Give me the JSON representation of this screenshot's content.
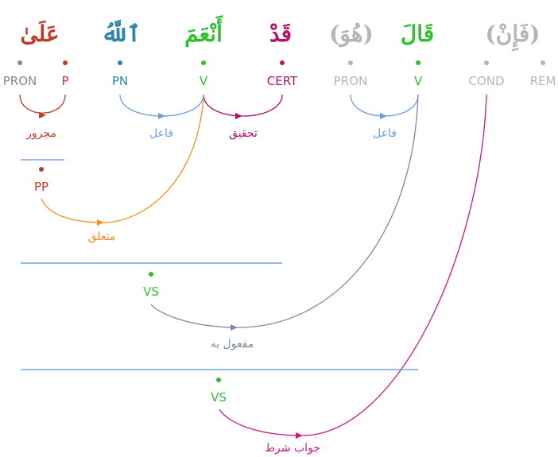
{
  "colors": {
    "red": "#c0392b",
    "blue": "#2e86ab",
    "green": "#2fbf2f",
    "magenta": "#b0146e",
    "gray": "#b5b5b5",
    "slate": "#7a8aa0",
    "lightblue": "#6a9fe0",
    "orange": "#f0922b",
    "pink": "#c81a8a",
    "line": "#5b8fde"
  },
  "words": [
    {
      "arabic": "عَلَىٰ",
      "color": "red"
    },
    {
      "arabic": "ٱللَّهُ",
      "color": "blue"
    },
    {
      "arabic": "أَنْعَمَ",
      "color": "green"
    },
    {
      "arabic": "قَدْ",
      "color": "magenta"
    },
    {
      "arabic": "(هُوَ)",
      "color": "gray"
    },
    {
      "arabic": "قَالَ",
      "color": "green"
    },
    {
      "arabic": "(فَإِنْ)",
      "color": "gray"
    }
  ],
  "tags": [
    {
      "text": "PRON",
      "color": "slate"
    },
    {
      "text": "P",
      "color": "red"
    },
    {
      "text": "PN",
      "color": "blue"
    },
    {
      "text": "V",
      "color": "green"
    },
    {
      "text": "CERT",
      "color": "magenta"
    },
    {
      "text": "PRON",
      "color": "gray"
    },
    {
      "text": "V",
      "color": "green"
    },
    {
      "text": "COND",
      "color": "gray"
    },
    {
      "text": "REM",
      "color": "gray"
    }
  ],
  "relations": [
    {
      "text": "مجرور",
      "color": "red"
    },
    {
      "text": "فاعل",
      "color": "lightblue"
    },
    {
      "text": "تحقيق",
      "color": "magenta"
    },
    {
      "text": "فاعل",
      "color": "lightblue"
    },
    {
      "text": "متعلق",
      "color": "orange"
    },
    {
      "text": "مفعول به",
      "color": "slate"
    },
    {
      "text": "جواب شرط",
      "color": "pink"
    }
  ],
  "phrases": [
    {
      "text": "PP",
      "color": "red"
    },
    {
      "text": "VS",
      "color": "green"
    },
    {
      "text": "VS",
      "color": "green"
    }
  ]
}
